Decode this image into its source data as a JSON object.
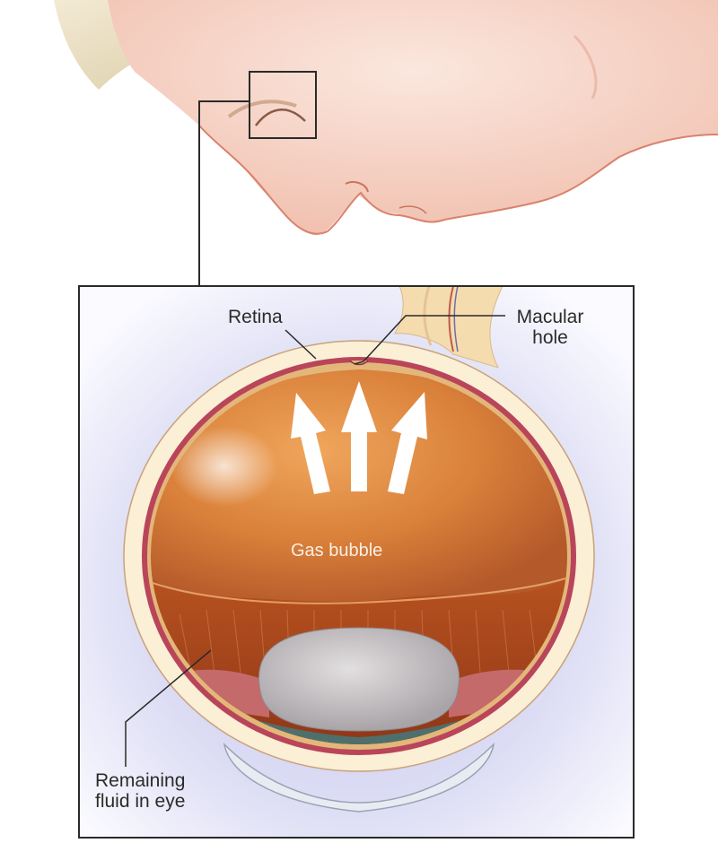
{
  "figure": {
    "description": "Medical illustration: head in face-down position with zoomed cross-section of eye showing gas bubble pressing on macular hole",
    "colors": {
      "skin": "#f6d3c6",
      "skin_outline": "#d9826c",
      "hair": "#e8dcc0",
      "frame_stroke": "#2a2a2a",
      "panel_bg": "#dfe0f5",
      "sclera": "#fbefd6",
      "retina": "#b9455a",
      "gas_bubble": "#d9803a",
      "fluid": "#a6461c",
      "lens": "#c9c5c7",
      "iris": "#4f6f6c",
      "cornea": "#e8ecf2",
      "arrow": "#ffffff"
    }
  },
  "labels": {
    "retina": "Retina",
    "macular_hole_line1": "Macular",
    "macular_hole_line2": "hole",
    "gas_bubble": "Gas bubble",
    "remaining_fluid_line1": "Remaining",
    "remaining_fluid_line2": "fluid in eye"
  },
  "arrows": {
    "count": 3,
    "direction": "up",
    "meaning": "gas bubble pushing upward against macular hole"
  }
}
